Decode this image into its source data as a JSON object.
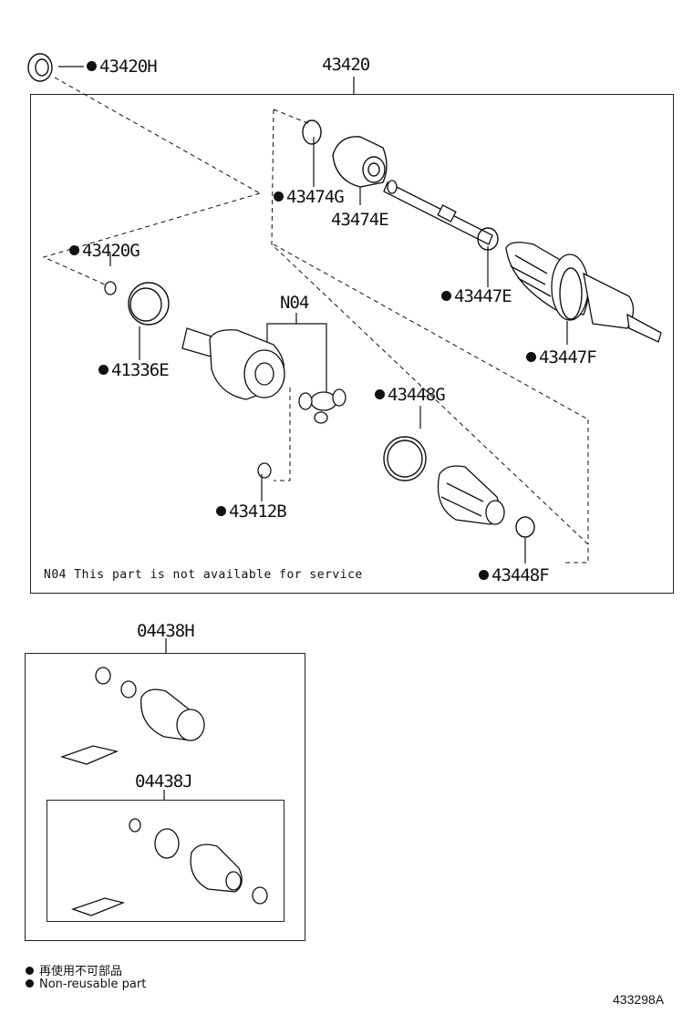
{
  "labels": {
    "main_assembly": "43420",
    "p43420H": "43420H",
    "p43474G": "43474G",
    "p43474E": "43474E",
    "p43420G": "43420G",
    "pN04": "N04",
    "p43447E": "43447E",
    "p41336E": "41336E",
    "p43447F": "43447F",
    "p43448G": "43448G",
    "p43412B": "43412B",
    "p43448F": "43448F",
    "kit_outer": "04438H",
    "kit_inner": "04438J"
  },
  "note": "N04 This part is not available for service",
  "legend": {
    "line1": "再使用不可部品",
    "line2": "Non-reusable part"
  },
  "figure_id": "433298A"
}
